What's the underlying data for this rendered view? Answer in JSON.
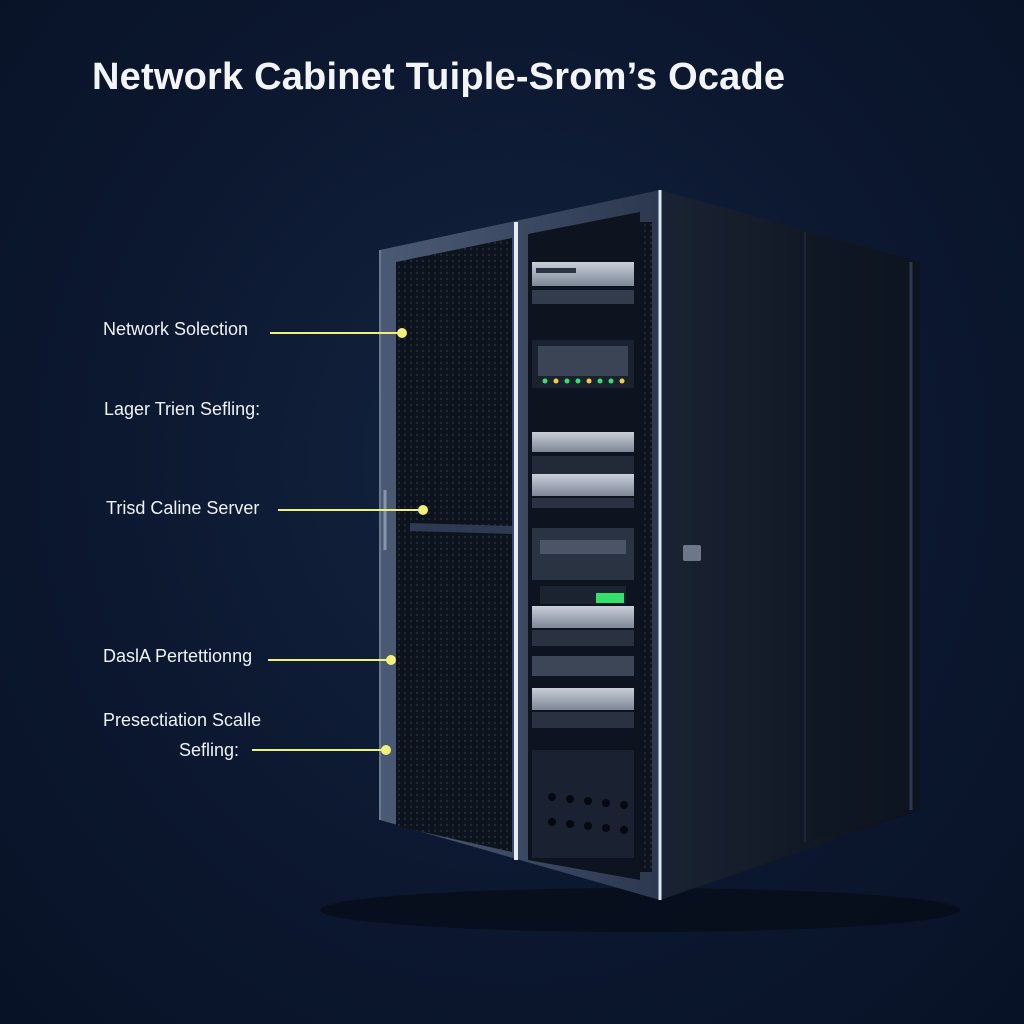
{
  "title": "Network Cabinet Tuiple-Srom’s Ocade",
  "callouts": [
    {
      "label": "Network Solection"
    },
    {
      "label": "Lager Trien Sefling:"
    },
    {
      "label": "Trisd Caline Server"
    },
    {
      "label": "DaslA Pertettionng"
    },
    {
      "label": "Presectiation Scalle",
      "label2": "Sefling:"
    }
  ],
  "colors": {
    "background": "#0c1830",
    "leader_line": "#f2f07a",
    "cabinet_frame": "#3b4a64",
    "cabinet_side": "#111a29",
    "led_green": "#35e06a"
  }
}
